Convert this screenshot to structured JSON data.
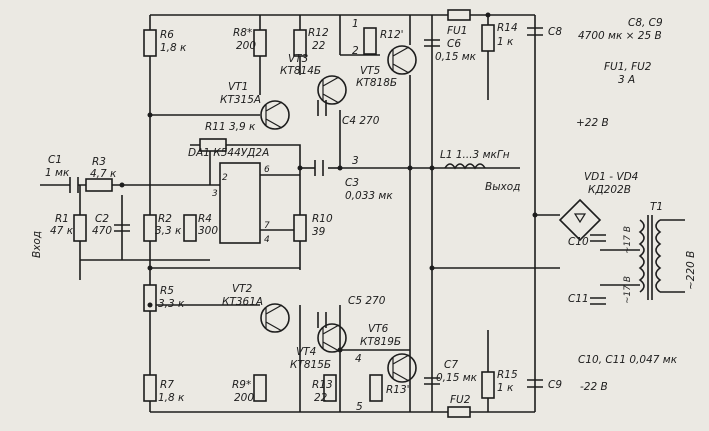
{
  "labels": {
    "c1": "C1",
    "c1v": "1 мк",
    "r3": "R3",
    "r3v": "4,7 к",
    "r1": "R1",
    "r1v": "47 к",
    "c2": "C2",
    "c2v": "470",
    "r2": "R2",
    "r2v": "3,3 к",
    "r4": "R4",
    "r4v": "300",
    "vhod": "Вход",
    "r6": "R6",
    "r6v": "1,8 к",
    "r8": "R8*",
    "r8v": "200",
    "r12": "R12",
    "r12v": "22",
    "r12p": "R12'",
    "vt1": "VT1",
    "vt1v": "КТ315А",
    "vt3": "VT3",
    "vt3v": "КТ814Б",
    "vt5": "VT5",
    "vt5v": "КТ818Б",
    "c4": "C4 270",
    "r11": "R11 3,9 к",
    "da1": "DA1 К544УД2А",
    "p2": "2",
    "p3": "3",
    "p6": "6",
    "p7": "7",
    "p4": "4",
    "r10": "R10",
    "r10v": "39",
    "n1": "1",
    "n2": "2",
    "n3": "3",
    "n4": "4",
    "n5": "5",
    "c3": "C3",
    "c3v": "0,033 мк",
    "fu1": "FU1",
    "c6": "C6",
    "c6v": "0,15 мк",
    "r14": "R14",
    "r14v": "1 к",
    "c8": "C8",
    "l1": "L1  1...3 мкГн",
    "vyhod": "Выход",
    "c8c9": "C8, C9",
    "c8c9v": "4700 мк × 25 В",
    "fu12": "FU1, FU2",
    "fu12v": "3 А",
    "plus22": "+22 В",
    "vd": "VD1 - VD4",
    "vdv": "КД202В",
    "t1": "T1",
    "c10": "C10",
    "c11": "C11",
    "v17a": "~17 В",
    "v17b": "~17 В",
    "v220": "~220 В",
    "r5": "R5",
    "r5v": "3,3 к",
    "vt2": "VT2",
    "vt2v": "КТ361А",
    "c5": "C5 270",
    "vt4": "VT4",
    "vt4v": "КТ815Б",
    "vt6": "VT6",
    "vt6v": "КТ819Б",
    "r7": "R7",
    "r7v": "1,8 к",
    "r9": "R9*",
    "r9v": "200",
    "r13": "R13",
    "r13v": "22",
    "r13p": "R13'",
    "c7": "C7",
    "c7v": "0,15 мк",
    "r15": "R15",
    "r15v": "1 к",
    "c9": "C9",
    "fu2": "FU2",
    "c10c11": "C10, C11  0,047 мк",
    "minus22": "-22 В"
  }
}
